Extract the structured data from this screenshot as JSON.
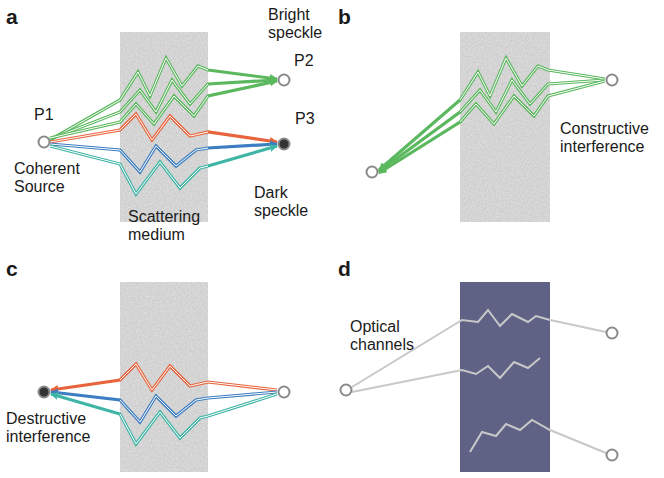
{
  "diagram": {
    "labels": [
      "a",
      "P1",
      "Bright speckle",
      "P2",
      "Coherent Source",
      "P3",
      "Scattering medium",
      "Dark speckle",
      "b",
      "Constructive interference",
      "c",
      "Destructive interference",
      "d",
      "Optical channels"
    ]
  }
}
